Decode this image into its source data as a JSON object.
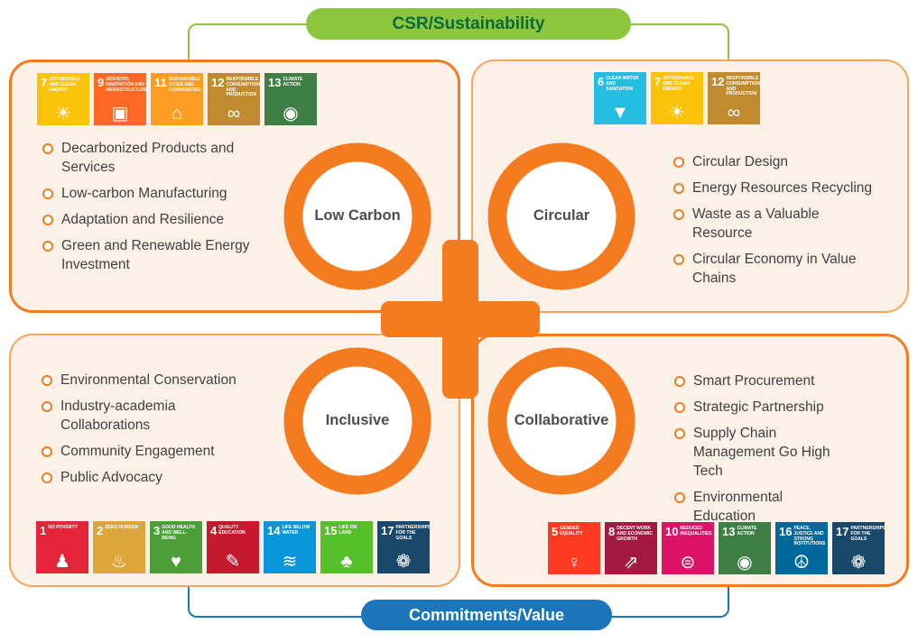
{
  "banners": {
    "top": {
      "label": "CSR/Sustainability"
    },
    "bottom": {
      "label": "Commitments/Value"
    }
  },
  "colors": {
    "orange": "#F47B20",
    "orange-light": "#F6A55C",
    "panel-bg": "#FCF1E6",
    "green": "#8CC63F",
    "green-text": "#0A6A38",
    "blue": "#1B75BB",
    "bullet-text": "#414042",
    "circle-label": "#4D4D4F"
  },
  "quadrants": [
    {
      "title": "Low Carbon",
      "bullets": [
        "Decarbonized Products and Services",
        "Low-carbon Manufacturing",
        "Adaptation and Resilience",
        "Green and Renewable Energy Investment"
      ],
      "sdgs": [
        {
          "num": "7",
          "title": "AFFORDABLE AND CLEAN ENERGY",
          "color": "#FCC30B",
          "icon": "☀"
        },
        {
          "num": "9",
          "title": "INDUSTRY, INNOVATION AND INFRASTRUCTURE",
          "color": "#FD6925",
          "icon": "▣"
        },
        {
          "num": "11",
          "title": "SUSTAINABLE CITIES AND COMMUNITIES",
          "color": "#FD9D24",
          "icon": "⌂"
        },
        {
          "num": "12",
          "title": "RESPONSIBLE CONSUMPTION AND PRODUCTION",
          "color": "#BF8B2E",
          "icon": "∞"
        },
        {
          "num": "13",
          "title": "CLIMATE ACTION",
          "color": "#3F7E44",
          "icon": "◉"
        }
      ]
    },
    {
      "title": "Circular",
      "bullets": [
        "Circular Design",
        "Energy Resources Recycling",
        "Waste as a Valuable Resource",
        "Circular Economy in Value Chains"
      ],
      "sdgs": [
        {
          "num": "6",
          "title": "CLEAN WATER AND SANITATION",
          "color": "#26BDE2",
          "icon": "▼"
        },
        {
          "num": "7",
          "title": "AFFORDABLE AND CLEAN ENERGY",
          "color": "#FCC30B",
          "icon": "☀"
        },
        {
          "num": "12",
          "title": "RESPONSIBLE CONSUMPTION AND PRODUCTION",
          "color": "#BF8B2E",
          "icon": "∞"
        }
      ]
    },
    {
      "title": "Inclusive",
      "bullets": [
        "Environmental Conservation",
        "Industry-academia Collaborations",
        "Community Engagement",
        "Public Advocacy"
      ],
      "sdgs": [
        {
          "num": "1",
          "title": "NO POVERTY",
          "color": "#E5243B",
          "icon": "♟"
        },
        {
          "num": "2",
          "title": "ZERO HUNGER",
          "color": "#DDA63A",
          "icon": "♨"
        },
        {
          "num": "3",
          "title": "GOOD HEALTH AND WELL-BEING",
          "color": "#4C9F38",
          "icon": "♥"
        },
        {
          "num": "4",
          "title": "QUALITY EDUCATION",
          "color": "#C5192D",
          "icon": "✎"
        },
        {
          "num": "14",
          "title": "LIFE BELOW WATER",
          "color": "#0A97D9",
          "icon": "≋"
        },
        {
          "num": "15",
          "title": "LIFE ON LAND",
          "color": "#56C02B",
          "icon": "♣"
        },
        {
          "num": "17",
          "title": "PARTNERSHIPS FOR THE GOALS",
          "color": "#19486A",
          "icon": "❁"
        }
      ]
    },
    {
      "title": "Collaborative",
      "bullets": [
        "Smart Procurement",
        "Strategic Partnership",
        "Supply Chain Management Go High Tech",
        "Environmental Education"
      ],
      "sdgs": [
        {
          "num": "5",
          "title": "GENDER EQUALITY",
          "color": "#FF3A21",
          "icon": "♀"
        },
        {
          "num": "8",
          "title": "DECENT WORK AND ECONOMIC GROWTH",
          "color": "#A21942",
          "icon": "⇗"
        },
        {
          "num": "10",
          "title": "REDUCED INEQUALITIES",
          "color": "#DD1367",
          "icon": "⊜"
        },
        {
          "num": "13",
          "title": "CLIMATE ACTION",
          "color": "#3F7E44",
          "icon": "◉"
        },
        {
          "num": "16",
          "title": "PEACE, JUSTICE AND STRONG INSTITUTIONS",
          "color": "#00689D",
          "icon": "☮"
        },
        {
          "num": "17",
          "title": "PARTNERSHIPS FOR THE GOALS",
          "color": "#19486A",
          "icon": "❁"
        }
      ]
    }
  ]
}
